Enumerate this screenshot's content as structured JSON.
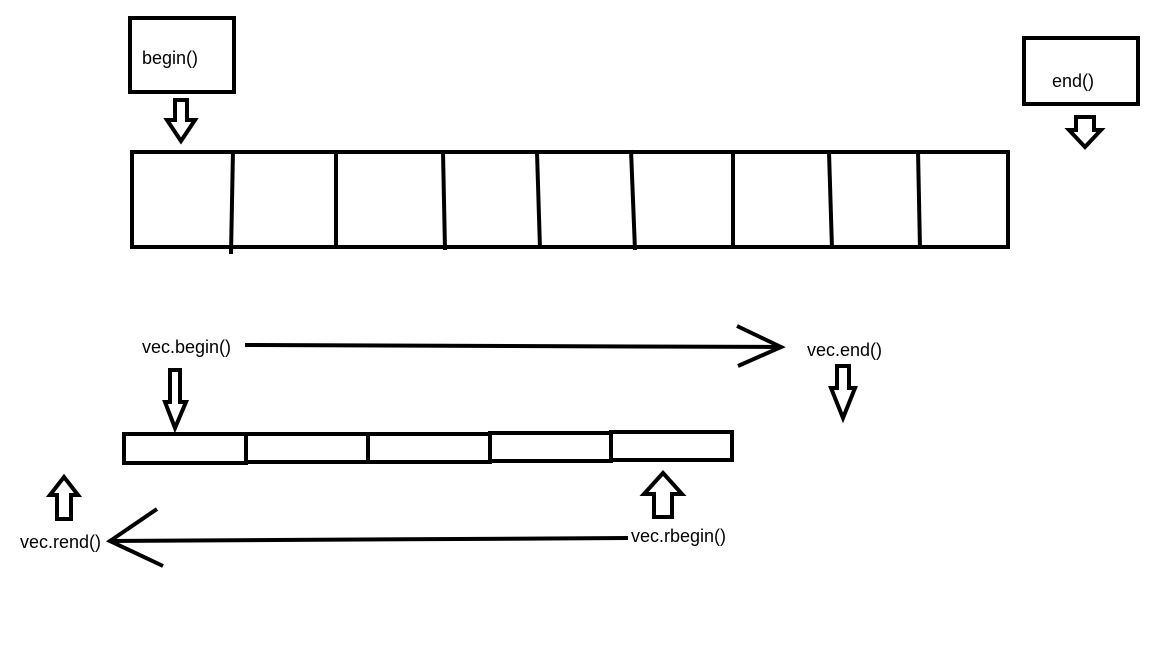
{
  "top_diagram": {
    "begin_label": "begin()",
    "end_label": "end()",
    "cell_count": 9
  },
  "bottom_diagram": {
    "vec_begin_label": "vec.begin()",
    "vec_end_label": "vec.end()",
    "vec_rbegin_label": "vec.rbegin()",
    "vec_rend_label": "vec.rend()",
    "cell_count": 5
  },
  "colors": {
    "stroke": "#000000",
    "background": "#ffffff"
  }
}
